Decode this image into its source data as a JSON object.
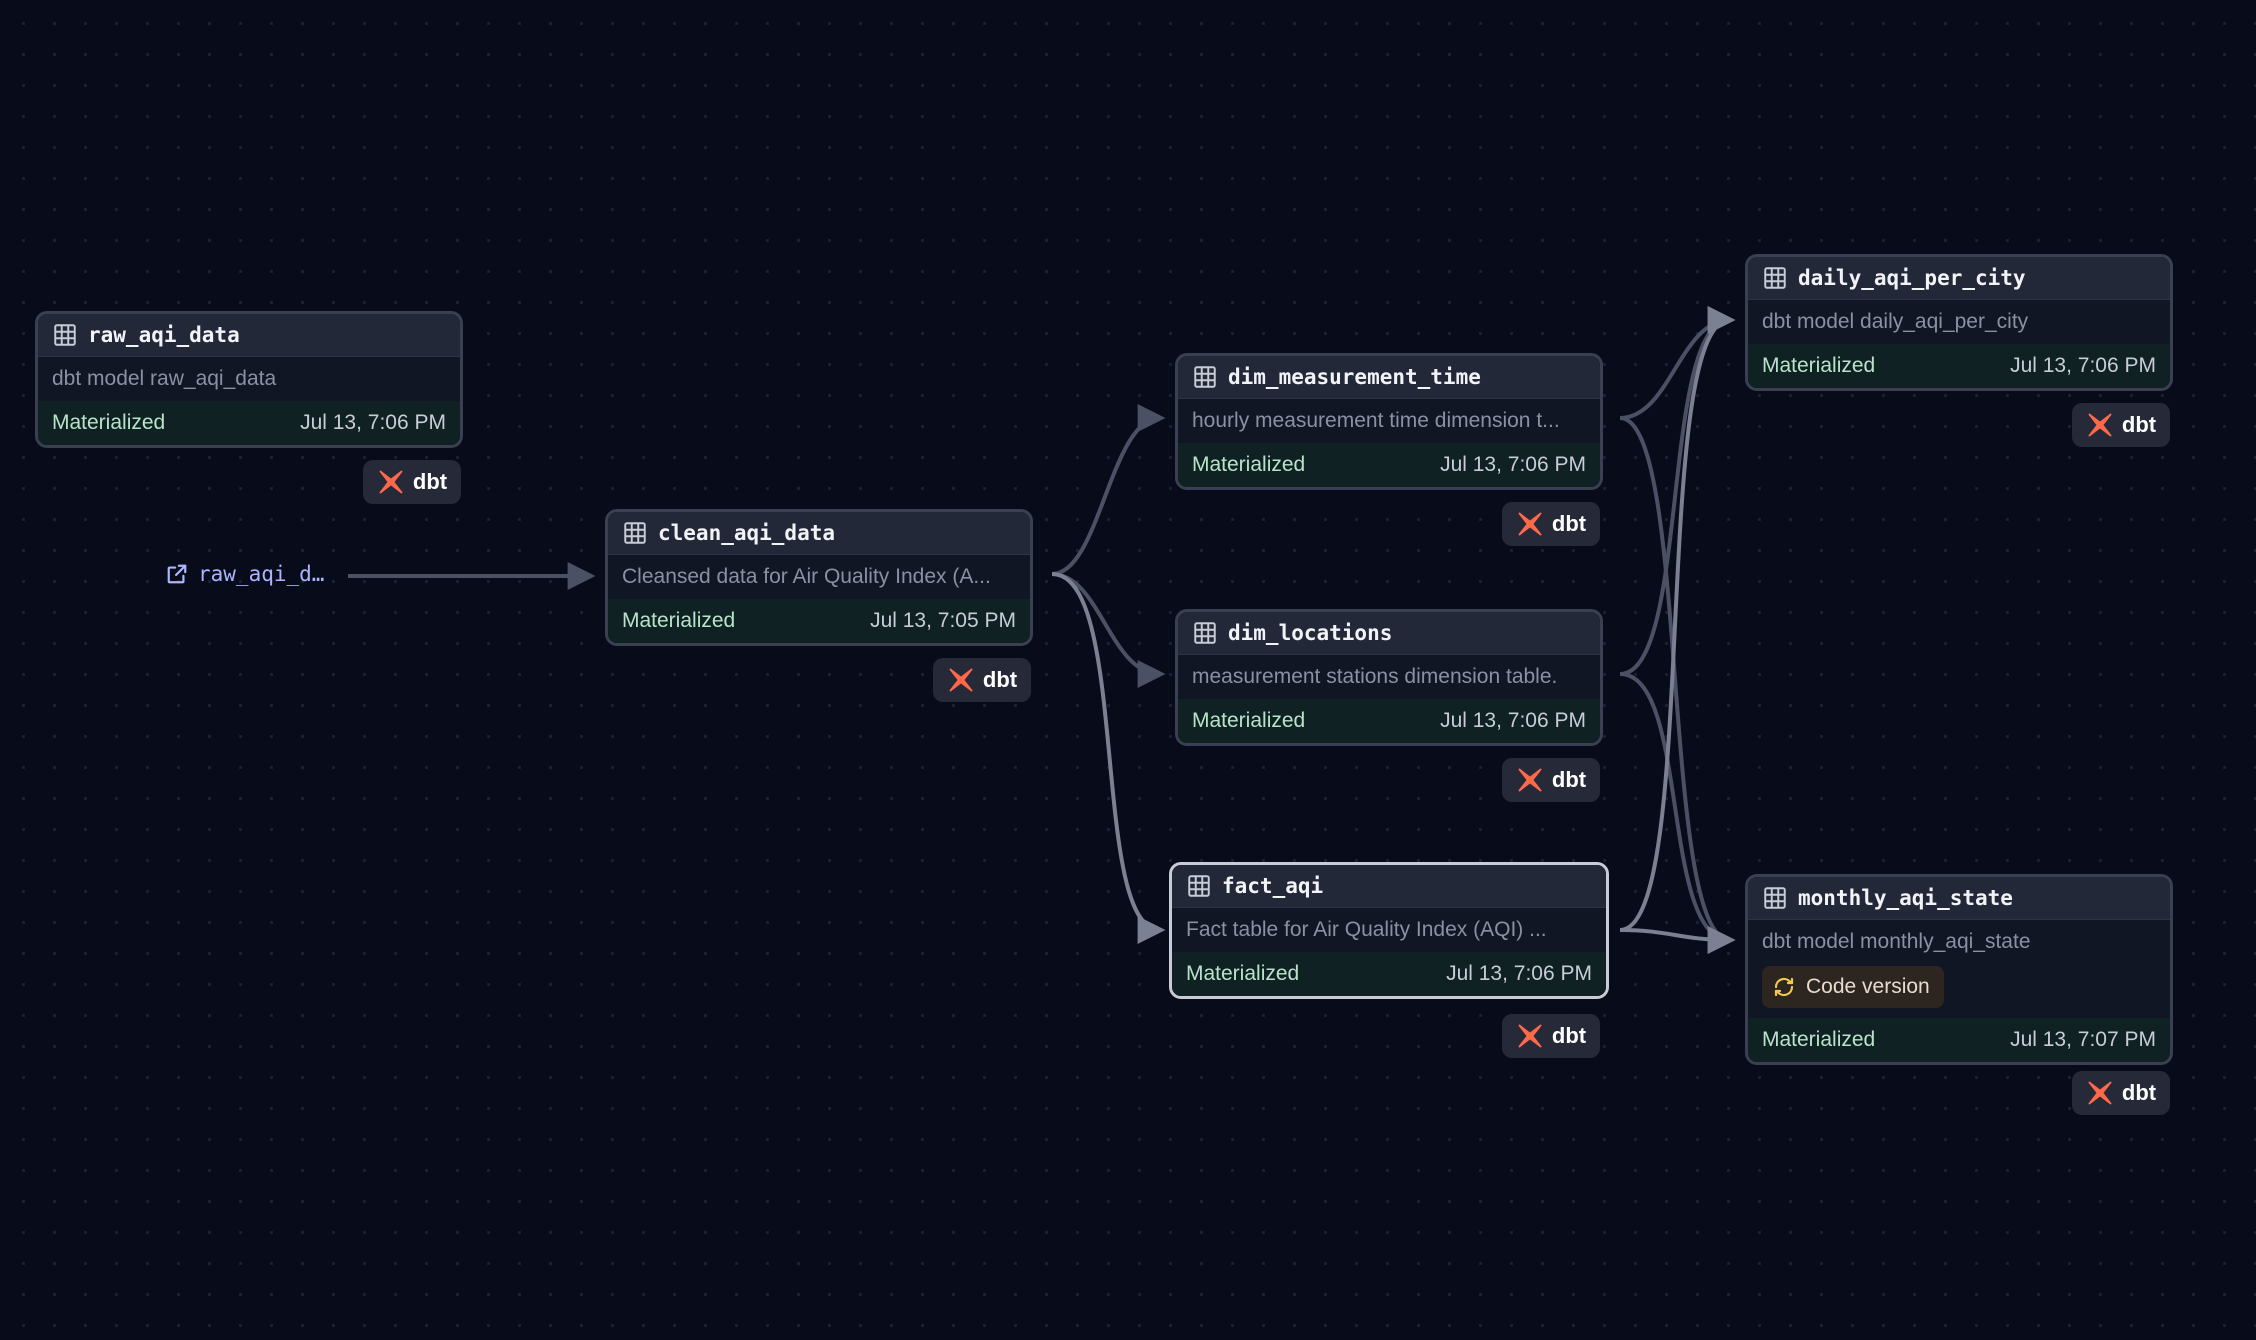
{
  "external_asset": {
    "label": "raw_aqi_d…",
    "icon": "external-link-icon"
  },
  "nodes": {
    "raw_aqi_data": {
      "name": "raw_aqi_data",
      "description": "dbt model raw_aqi_data",
      "status": "Materialized",
      "timestamp": "Jul 13, 7:06 PM"
    },
    "clean_aqi_data": {
      "name": "clean_aqi_data",
      "description": "Cleansed data for Air Quality Index (A...",
      "status": "Materialized",
      "timestamp": "Jul 13, 7:05 PM"
    },
    "dim_measurement_time": {
      "name": "dim_measurement_time",
      "description": "hourly measurement time dimension t...",
      "status": "Materialized",
      "timestamp": "Jul 13, 7:06 PM"
    },
    "dim_locations": {
      "name": "dim_locations",
      "description": "measurement stations dimension table.",
      "status": "Materialized",
      "timestamp": "Jul 13, 7:06 PM"
    },
    "fact_aqi": {
      "name": "fact_aqi",
      "description": "Fact table for Air Quality Index (AQI) ...",
      "status": "Materialized",
      "timestamp": "Jul 13, 7:06 PM"
    },
    "daily_aqi_per_city": {
      "name": "daily_aqi_per_city",
      "description": "dbt model daily_aqi_per_city",
      "status": "Materialized",
      "timestamp": "Jul 13, 7:06 PM"
    },
    "monthly_aqi_state": {
      "name": "monthly_aqi_state",
      "description": "dbt model monthly_aqi_state",
      "tag": "Code version",
      "status": "Materialized",
      "timestamp": "Jul 13, 7:07 PM"
    }
  },
  "badge_label": "dbt",
  "colors": {
    "background": "#080b19",
    "node_header": "#232838",
    "node_footer": "#0f2123",
    "status_text": "#b9e3c9",
    "edge": "#4b5064",
    "edge_highlight": "#7b8092",
    "dbt_brand": "#ff694a",
    "link": "#aab4ff"
  },
  "icons": [
    "table-icon",
    "dbt-logo-icon",
    "external-link-icon",
    "code-version-icon"
  ]
}
